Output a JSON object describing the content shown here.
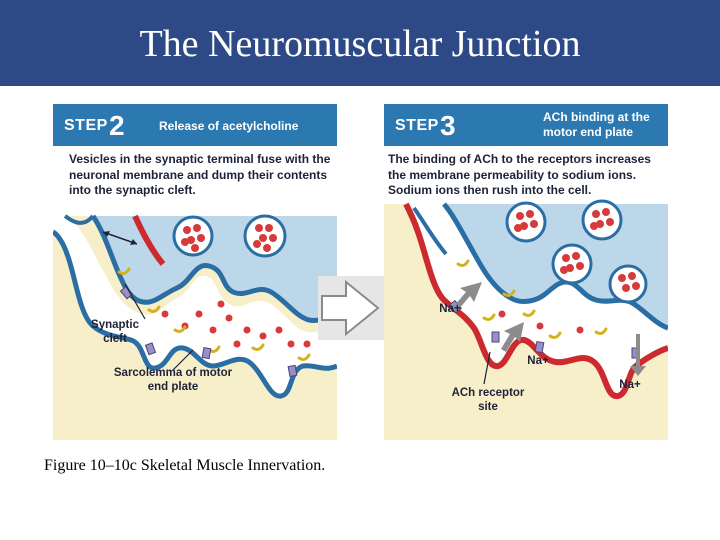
{
  "slide": {
    "title": "The Neuromuscular Junction"
  },
  "panel2": {
    "step_word": "STEP",
    "step_num": "2",
    "heading": "Release of acetylcholine",
    "description": "Vesicles in the synaptic terminal fuse with the neuronal membrane and dump their contents into the synaptic cleft.",
    "labels": {
      "synaptic_cleft": "Synaptic cleft",
      "sarcolemma": "Sarcolemma of motor end plate"
    }
  },
  "panel3": {
    "step_word": "STEP",
    "step_num": "3",
    "heading": "ACh binding at the motor end plate",
    "description": "The binding of ACh to the receptors increases the membrane permeability to sodium ions. Sodium ions then rush into the cell.",
    "labels": {
      "na1": "Na+",
      "na2": "Na+",
      "na3": "Na+",
      "ach_receptor": "ACh receptor site"
    }
  },
  "caption": "Figure 10–10c Skeletal Muscle Innervation.",
  "colors": {
    "title_bar": "#2d4a87",
    "panel_header": "#2c79b2",
    "terminal": "#bcd7ea",
    "membrane": "#cc2a2f",
    "vesicle": "#d63a3a",
    "muscle": "#f7efc9"
  }
}
